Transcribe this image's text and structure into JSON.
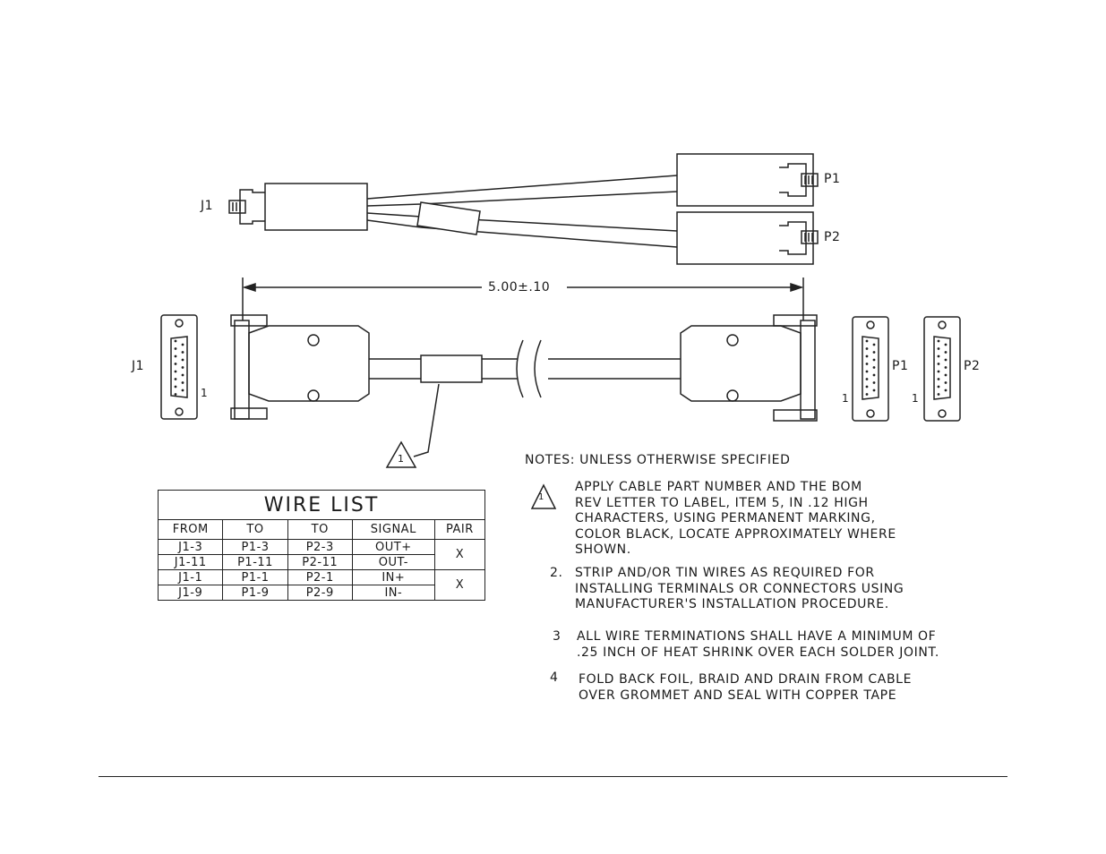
{
  "labels": {
    "top_j1": "J1",
    "top_p1": "P1",
    "top_p2": "P2",
    "dimension": "5.00±.10",
    "face_j1": "J1",
    "face_j1_pin": "1",
    "face_p1": "P1",
    "face_p1_pin": "1",
    "face_p2": "P2",
    "face_p2_pin": "1",
    "callout_number": "1"
  },
  "wire_list": {
    "title": "WIRE LIST",
    "headers": [
      "FROM",
      "TO",
      "TO",
      "SIGNAL",
      "PAIR"
    ],
    "rows": [
      [
        "J1-3",
        "P1-3",
        "P2-3",
        "OUT+"
      ],
      [
        "J1-11",
        "P1-11",
        "P2-11",
        "OUT-"
      ],
      [
        "J1-1",
        "P1-1",
        "P2-1",
        "IN+"
      ],
      [
        "J1-9",
        "P1-9",
        "P2-9",
        "IN-"
      ]
    ],
    "pairs": [
      "X",
      "X"
    ]
  },
  "notes": {
    "heading": "NOTES: UNLESS OTHERWISE SPECIFIED",
    "items": [
      {
        "marker": "1",
        "text": "APPLY CABLE PART NUMBER AND THE BOM\nREV LETTER TO LABEL, ITEM 5, IN .12 HIGH\nCHARACTERS, USING PERMANENT MARKING,\nCOLOR BLACK, LOCATE APPROXIMATELY WHERE\nSHOWN."
      },
      {
        "marker": "2.",
        "text": "STRIP AND/OR TIN WIRES AS REQUIRED FOR\nINSTALLING TERMINALS OR CONNECTORS USING\nMANUFACTURER'S INSTALLATION PROCEDURE."
      },
      {
        "marker": "3",
        "text": "ALL WIRE TERMINATIONS SHALL HAVE A MINIMUM OF\n.25 INCH OF HEAT SHRINK OVER EACH SOLDER JOINT."
      },
      {
        "marker": "4",
        "text": "FOLD BACK FOIL, BRAID AND DRAIN FROM CABLE\nOVER GROMMET AND SEAL WITH COPPER TAPE"
      }
    ]
  }
}
